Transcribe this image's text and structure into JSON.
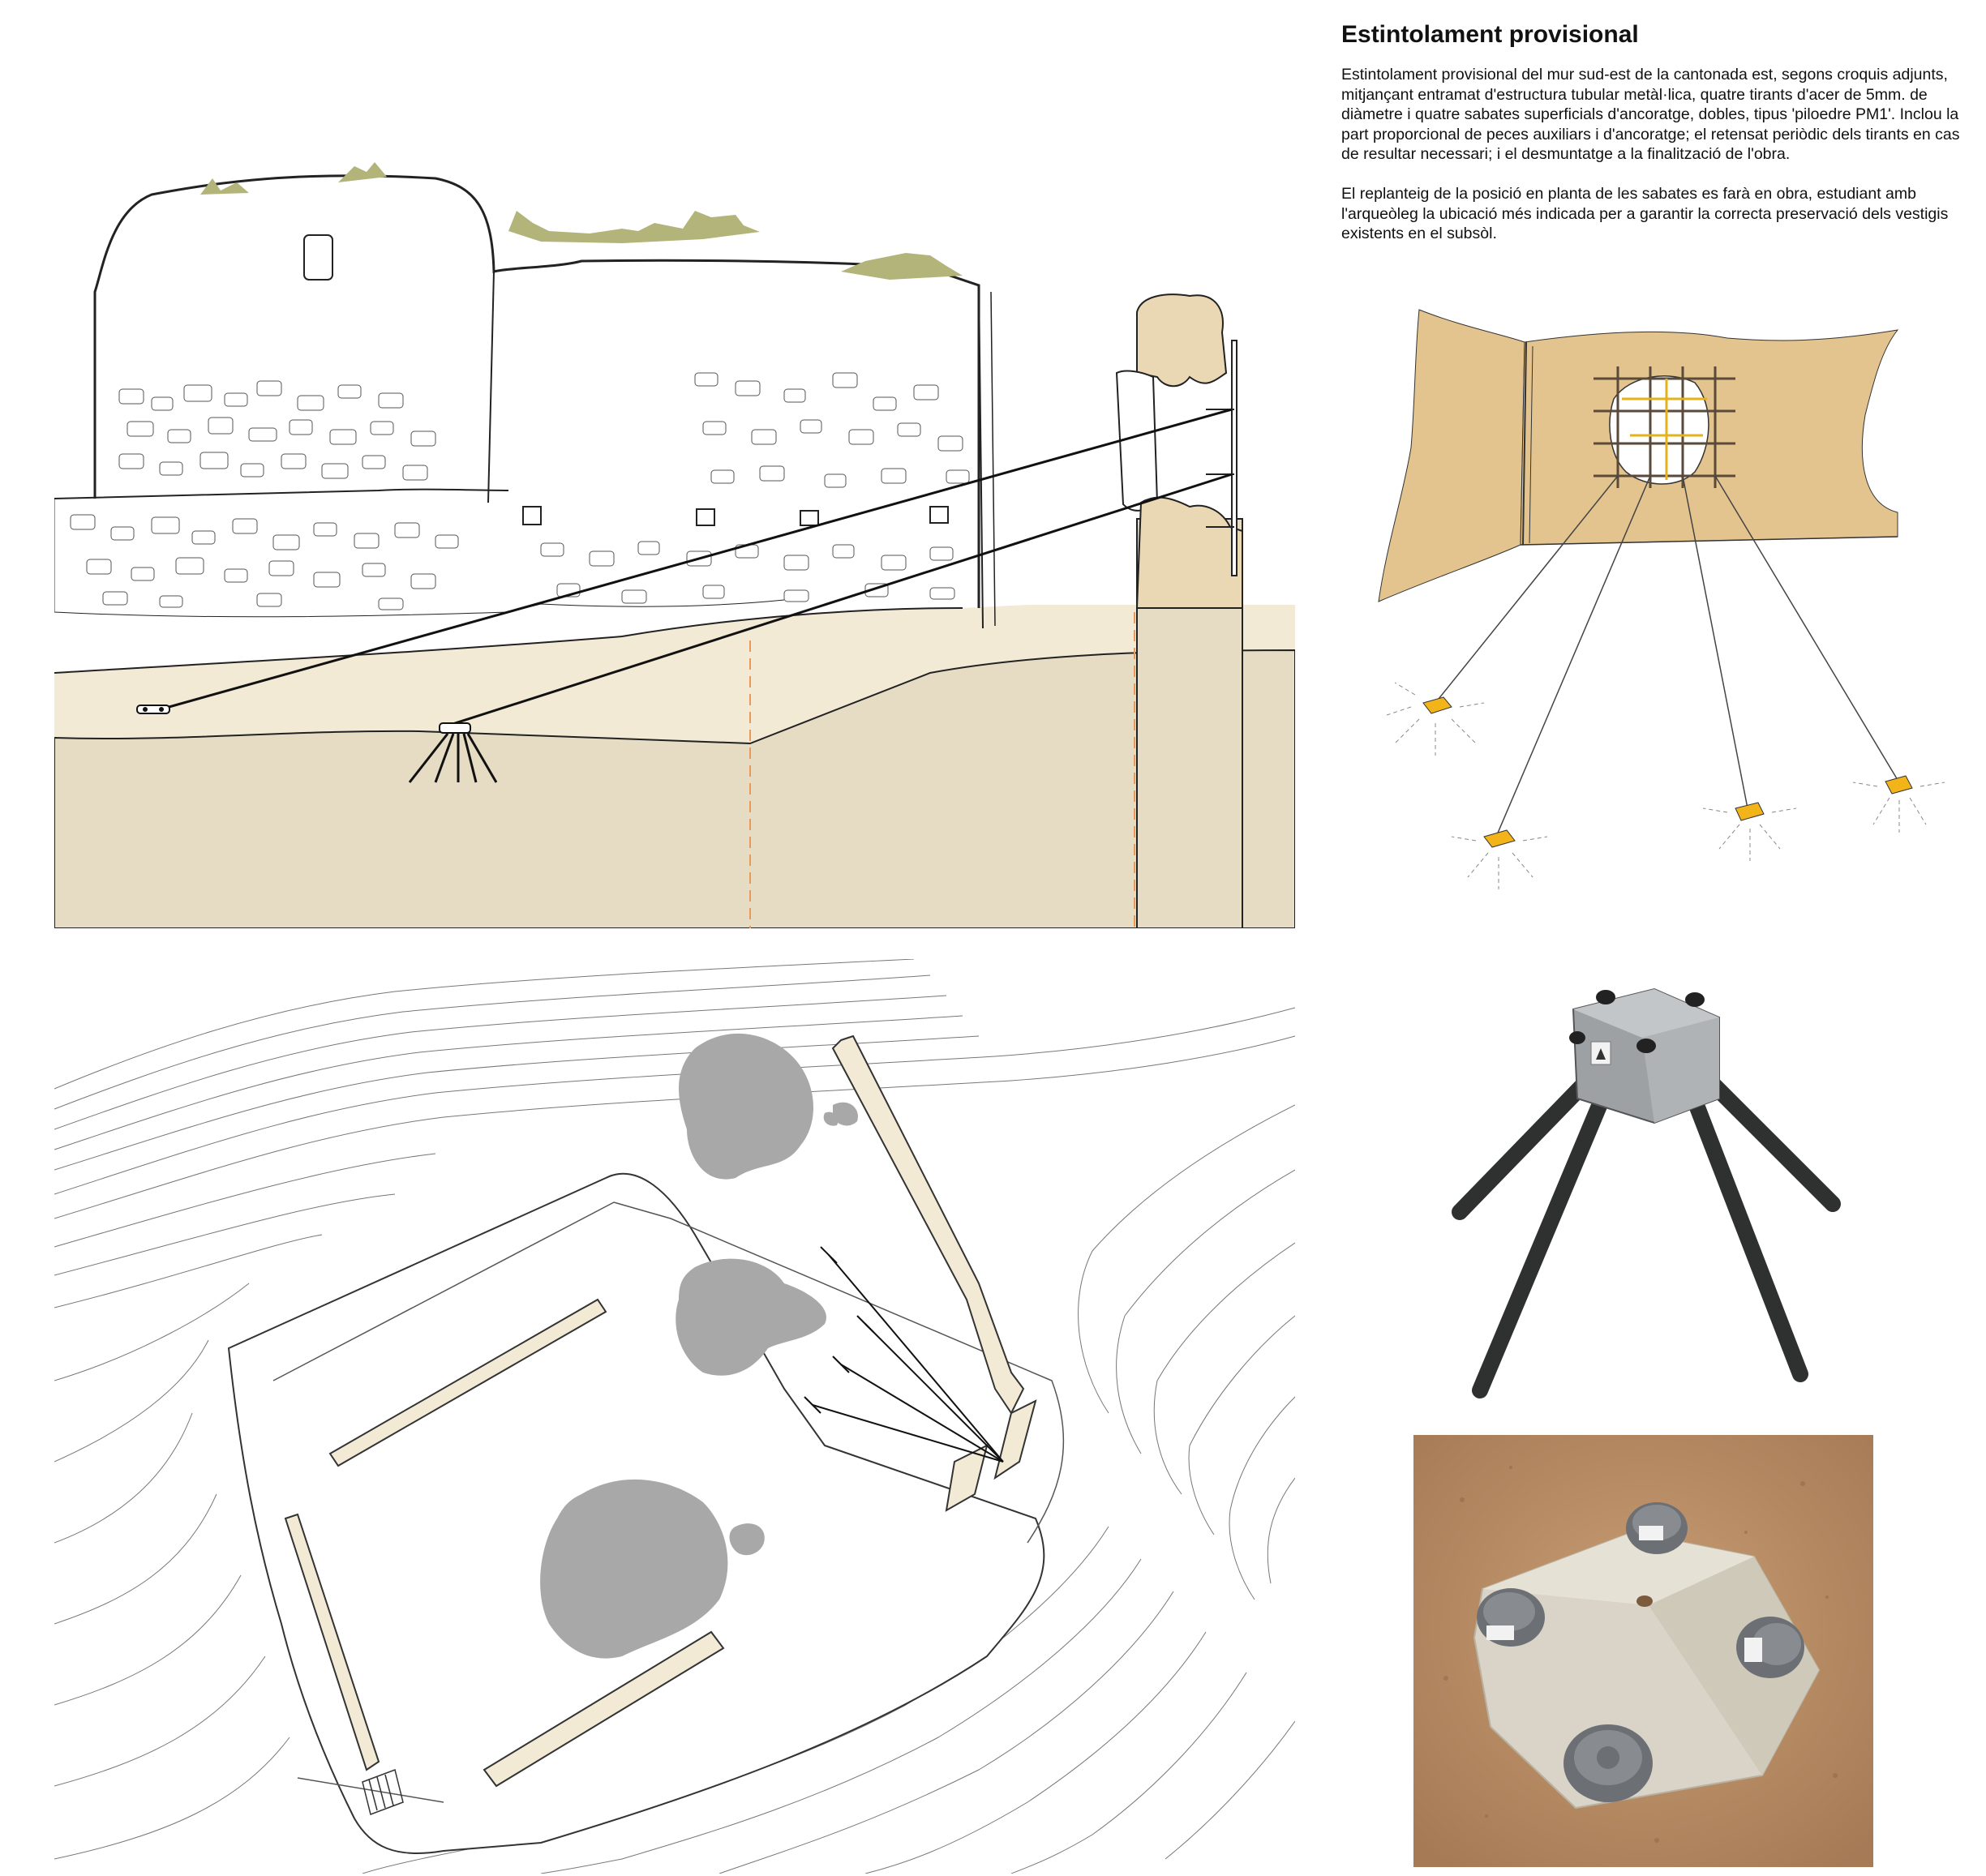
{
  "heading": "Estintolament provisional",
  "paragraphs": [
    "Estintolament provisional del mur sud-est de la cantonada est, segons croquis adjunts, mitjançant entramat d'estructura tubular metàl·lica, quatre tirants d'acer de 5mm. de diàmetre i quatre sabates superficials d'ancoratge, dobles, tipus 'piloedre PM1'. Inclou la part proporcional de peces auxiliars i d'ancoratge; el retensat periòdic dels tirants en cas de resultar necessari; i el desmuntatge a la finalització de l'obra.",
    "El replanteig de la posició en planta de les sabates es farà en obra, estudiant amb l'arqueòleg la ubicació més indicada per a garantir la correcta preservació dels vestigis existents en el subsòl."
  ],
  "colors": {
    "ground_light": "#f3ead6",
    "ground_dark": "#e6dcc3",
    "vegetation": "#b3b47a",
    "wall_fill": "#ead8b4",
    "tree": "#a8a8a8",
    "guide_line": "#e79a5a",
    "sketch_wall": "#e4c48e",
    "anchor_block": "#f2b419",
    "soil": "#b68a64",
    "concrete": "#d9d4c7",
    "cap": "#6c7075"
  }
}
